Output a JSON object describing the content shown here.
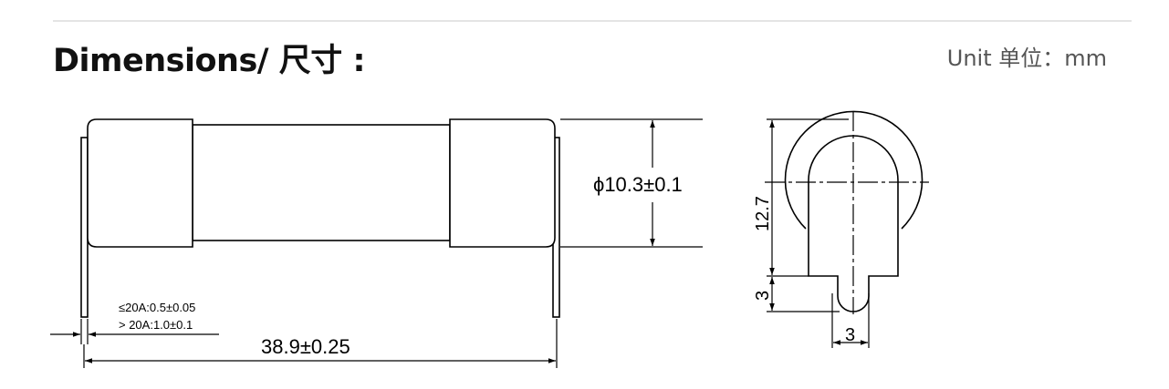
{
  "header": {
    "title": "Dimensions/ 尺寸 :",
    "unit": "Unit 单位：mm"
  },
  "side_view": {
    "diameter_label": "ϕ10.3±0.1",
    "length_label": "38.9±0.25",
    "lead_spec_small": "≤20A:0.5±0.05",
    "lead_spec_large": "> 20A:1.0±0.1"
  },
  "end_view": {
    "height_label": "12.7",
    "tab_height_label": "3",
    "tab_width_label": "3"
  }
}
